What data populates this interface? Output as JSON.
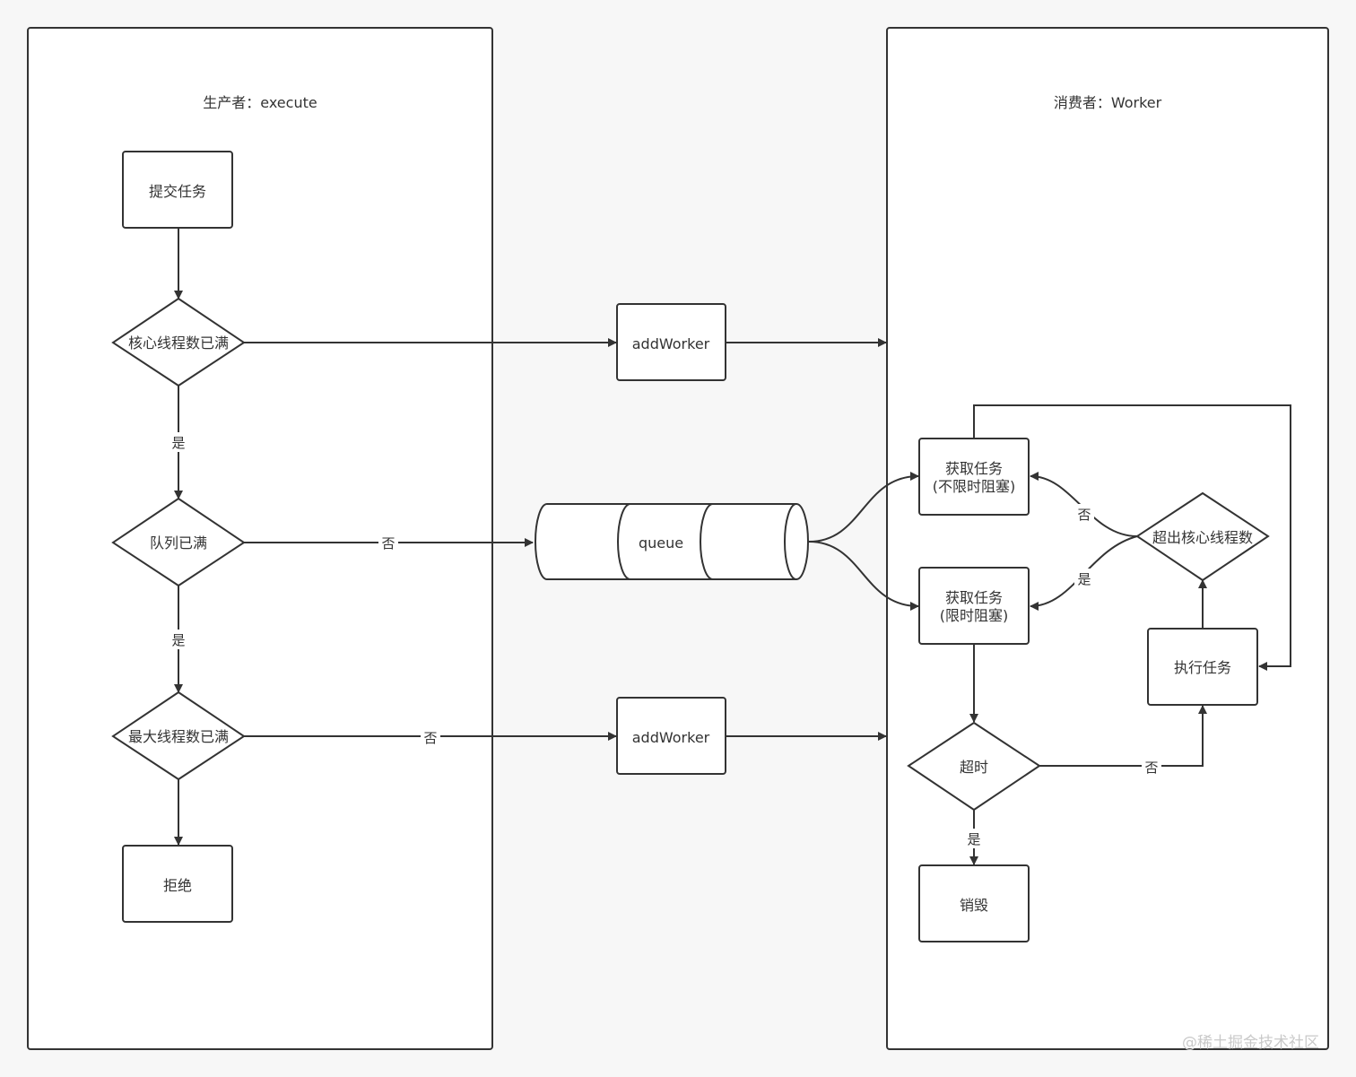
{
  "lanes": {
    "producer": "生产者：execute",
    "consumer": "消费者：Worker"
  },
  "nodes": {
    "submit": "提交任务",
    "core_full": "核心线程数已满",
    "queue_full": "队列已满",
    "max_full": "最大线程数已满",
    "reject": "拒绝",
    "add_worker_1": "addWorker",
    "add_worker_2": "addWorker",
    "queue": "queue",
    "take_line1": "获取任务",
    "take_line2": "(不限时阻塞)",
    "poll_line1": "获取任务",
    "poll_line2": "(限时阻塞)",
    "exceed_core": "超出核心线程数",
    "run_task": "执行任务",
    "timeout": "超时",
    "destroy": "销毁"
  },
  "edge_labels": {
    "core_yes": "是",
    "queue_no": "否",
    "queue_yes": "是",
    "max_no": "否",
    "exceed_no": "否",
    "exceed_yes": "是",
    "timeout_no": "否",
    "timeout_yes": "是"
  },
  "watermark": "@稀土掘金技术社区",
  "colors": {
    "stroke": "#333333",
    "fill": "#ffffff",
    "background": "#f7f7f7",
    "watermark": "#c9c9c9"
  }
}
